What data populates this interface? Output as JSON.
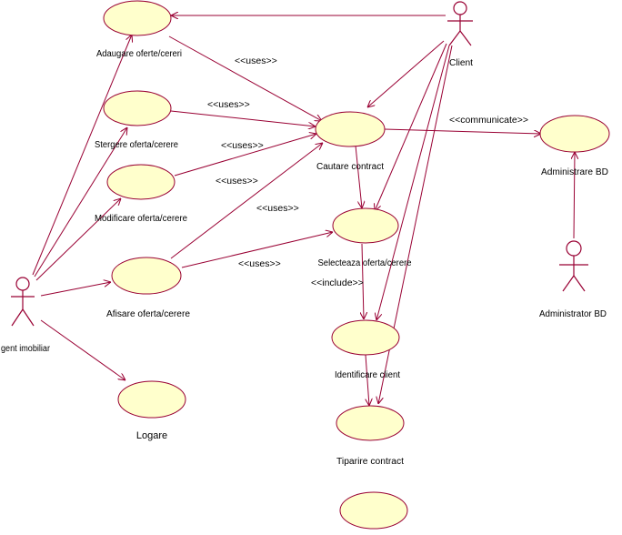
{
  "use_cases": {
    "adaugare": "Adaugare oferte/cereri",
    "stergere": "Stergere oferta/cerere",
    "modificare": "Modificare oferta/cerere",
    "afisare": "Afisare oferta/cerere",
    "logare": "Logare",
    "cautare": "Cautare contract",
    "selecteaza": "Selecteaza oferta/cerere",
    "identificare": "Identificare client",
    "tiparire": "Tiparire contract",
    "administrare": "Administrare BD"
  },
  "actors": {
    "agent": "gent imobiliar",
    "client": "Client",
    "admin": "Administrator BD"
  },
  "stereotypes": {
    "uses": "<<uses>>",
    "include": "<<include>>",
    "communicate": "<<communicate>>"
  },
  "colors": {
    "line": "#990033",
    "use_case_fill": "#ffffcc"
  }
}
